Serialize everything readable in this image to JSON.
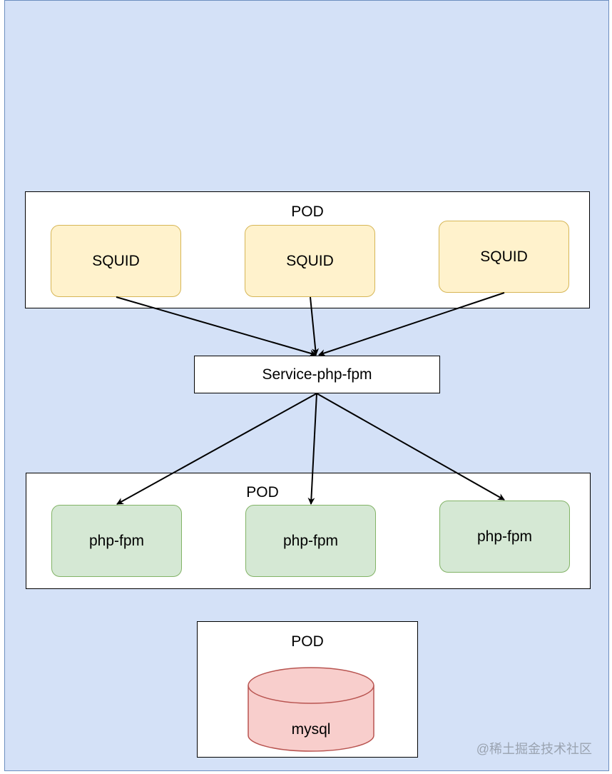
{
  "pods": {
    "top_label": "POD",
    "middle_label": "POD",
    "bottom_label": "POD"
  },
  "squid_nodes": [
    "SQUID",
    "SQUID",
    "SQUID"
  ],
  "service": {
    "label": "Service-php-fpm"
  },
  "php_nodes": [
    "php-fpm",
    "php-fpm",
    "php-fpm"
  ],
  "database": {
    "label": "mysql"
  },
  "watermark": "@稀土掘金技术社区",
  "colors": {
    "background": "#d4e1f7",
    "squid_fill": "#fff2cc",
    "squid_border": "#d6b656",
    "php_fill": "#d5e8d4",
    "php_border": "#82b366",
    "db_fill": "#f8cecc",
    "db_border": "#b85450"
  }
}
